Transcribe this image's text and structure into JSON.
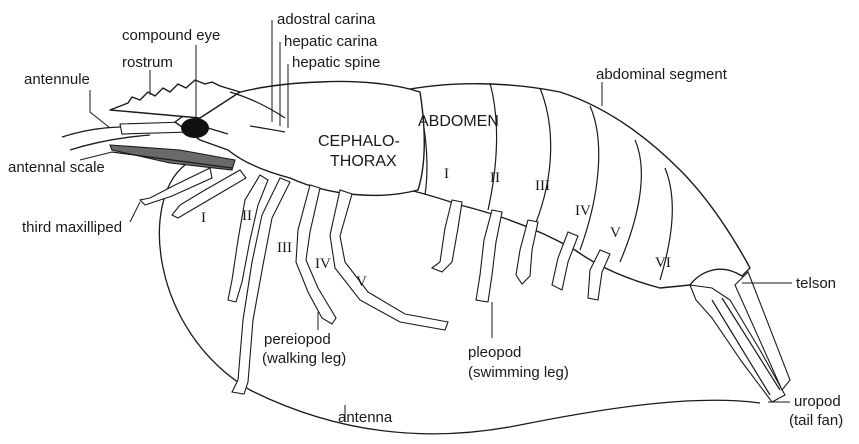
{
  "labels": {
    "adostral_carina": "adostral carina",
    "compound_eye": "compound eye",
    "hepatic_carina": "hepatic carina",
    "hepatic_spine": "hepatic spine",
    "rostrum": "rostrum",
    "antennule": "antennule",
    "abdominal_segment": "abdominal segment",
    "antennal_scale": "antennal scale",
    "third_maxilliped": "third maxilliped",
    "telson": "telson",
    "pereiopod_line1": "pereiopod",
    "pereiopod_line2": "(walking leg)",
    "pleopod_line1": "pleopod",
    "pleopod_line2": "(swimming leg)",
    "uropod_line1": "uropod",
    "uropod_line2": "(tail fan)",
    "antenna": "antenna"
  },
  "regions": {
    "abdomen": "ABDOMEN",
    "cephalothorax_line1": "CEPHALO-",
    "cephalothorax_line2": "THORAX"
  },
  "pereiopod_numerals": [
    "I",
    "II",
    "III",
    "IV",
    "V"
  ],
  "pleopod_numerals": [
    "I",
    "II",
    "III"
  ],
  "abdominal_numerals": [
    "IV",
    "V",
    "VI"
  ]
}
